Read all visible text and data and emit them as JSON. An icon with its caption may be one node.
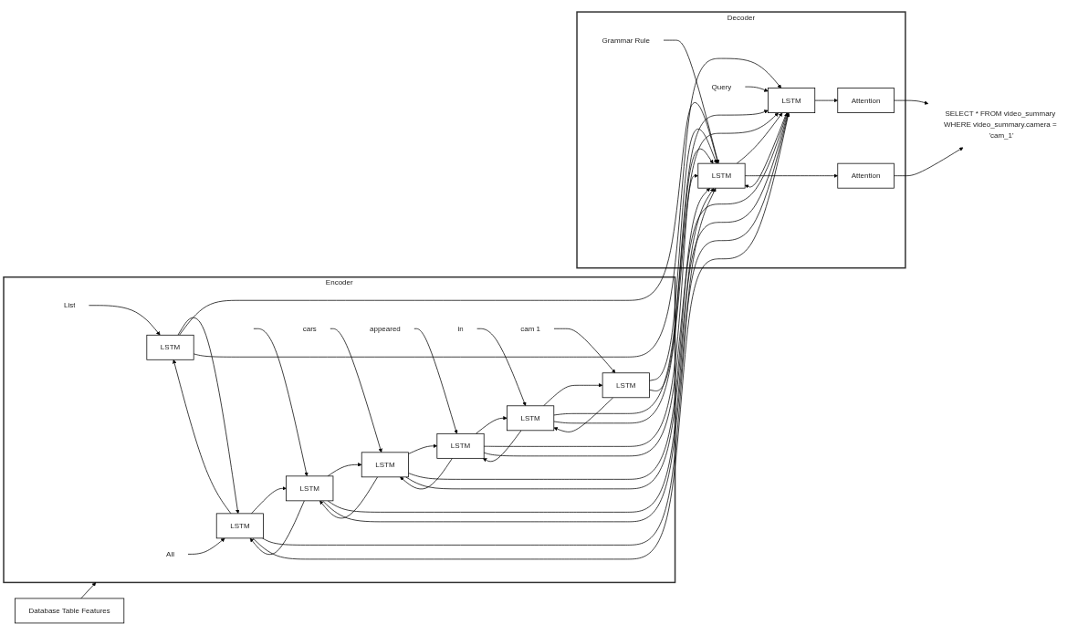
{
  "diagram": {
    "nodes": [
      {
        "text": [
          "Encoder"
        ]
      },
      {
        "text": [
          "LSTM"
        ],
        "in": 0
      },
      {
        "text": [
          "LSTM"
        ],
        "in": 0
      },
      {
        "text": [
          "LSTM"
        ],
        "in": 0
      },
      {
        "text": [
          "LSTM"
        ],
        "in": 0
      },
      {
        "text": [
          "LSTM"
        ],
        "in": 0
      },
      {
        "text": [
          "LSTM"
        ],
        "in": 0
      },
      {
        "text": [
          "LSTM"
        ],
        "in": 0
      },
      {
        "text": [
          "List"
        ],
        "in": 0
      },
      {
        "text": [
          "All"
        ],
        "in": 0
      },
      {
        "text": [
          "cars"
        ],
        "in": 0
      },
      {
        "text": [
          "appeared"
        ],
        "in": 0
      },
      {
        "text": [
          "in"
        ],
        "in": 0
      },
      {
        "text": [
          "cam 1"
        ],
        "in": 0
      },
      {
        "text": [
          "Database Table Features"
        ]
      },
      {
        "text": [
          "Decoder"
        ]
      },
      {
        "text": [
          "Grammar Rule"
        ],
        "in": 15
      },
      {
        "text": [
          "LSTM"
        ],
        "in": 15
      },
      {
        "text": [
          "LSTM"
        ],
        "in": 15
      },
      {
        "text": [
          "Query"
        ],
        "in": 15
      },
      {
        "text": [
          "Attention"
        ],
        "in": 15
      },
      {
        "text": [
          "Attention"
        ],
        "in": 15
      },
      {
        "text": [
          "SELECT * FROM video_summary WHERE video_summary.camera = 'cam_1'"
        ]
      }
    ],
    "edges": [
      {
        "from": 8,
        "to": 1,
        "arrow": "to"
      },
      {
        "from": 9,
        "to": 2,
        "arrow": "to"
      },
      {
        "from": null,
        "to": 3,
        "arrow": "to"
      },
      {
        "from": 10,
        "to": 4,
        "arrow": "to"
      },
      {
        "from": 11,
        "to": 5,
        "arrow": "to"
      },
      {
        "from": 12,
        "to": 6,
        "arrow": "to"
      },
      {
        "from": 13,
        "to": 7,
        "arrow": "to"
      },
      {
        "from": 1,
        "to": 2,
        "arrow": "to"
      },
      {
        "from": 2,
        "to": 1,
        "arrow": "to"
      },
      {
        "from": 2,
        "to": 3,
        "arrow": "to"
      },
      {
        "from": 3,
        "to": 2,
        "arrow": "to"
      },
      {
        "from": 3,
        "to": 4,
        "arrow": "to"
      },
      {
        "from": 4,
        "to": 3,
        "arrow": "to"
      },
      {
        "from": 4,
        "to": 5,
        "arrow": "to"
      },
      {
        "from": 5,
        "to": 4,
        "arrow": "to"
      },
      {
        "from": 5,
        "to": 6,
        "arrow": "to"
      },
      {
        "from": 6,
        "to": 5,
        "arrow": "to"
      },
      {
        "from": 6,
        "to": 7,
        "arrow": "to"
      },
      {
        "from": 7,
        "to": 6,
        "arrow": "to"
      },
      {
        "from": 1,
        "to": 17,
        "arrow": "to"
      },
      {
        "from": 1,
        "to": 18,
        "arrow": "to"
      },
      {
        "from": 2,
        "to": 17,
        "arrow": "to"
      },
      {
        "from": 2,
        "to": 18,
        "arrow": "to"
      },
      {
        "from": 3,
        "to": 17,
        "arrow": "to"
      },
      {
        "from": 3,
        "to": 18,
        "arrow": "to"
      },
      {
        "from": 4,
        "to": 17,
        "arrow": "to"
      },
      {
        "from": 4,
        "to": 18,
        "arrow": "to"
      },
      {
        "from": 5,
        "to": 17,
        "arrow": "to"
      },
      {
        "from": 5,
        "to": 18,
        "arrow": "to"
      },
      {
        "from": 6,
        "to": 17,
        "arrow": "to"
      },
      {
        "from": 6,
        "to": 18,
        "arrow": "to"
      },
      {
        "from": 7,
        "to": 17,
        "arrow": "to"
      },
      {
        "from": 7,
        "to": 18,
        "arrow": "to"
      },
      {
        "from": 14,
        "to": 0,
        "arrow": "to"
      },
      {
        "from": 16,
        "to": 17,
        "arrow": "to"
      },
      {
        "from": 19,
        "to": 18,
        "arrow": "to"
      },
      {
        "from": 17,
        "to": 18,
        "arrow": "to"
      },
      {
        "from": 18,
        "to": 17,
        "arrow": "to"
      },
      {
        "from": 17,
        "to": 20,
        "arrow": "to"
      },
      {
        "from": 18,
        "to": 21,
        "arrow": "to"
      },
      {
        "from": 20,
        "to": 22,
        "arrow": "to"
      },
      {
        "from": 21,
        "to": 22,
        "arrow": "to"
      }
    ]
  }
}
